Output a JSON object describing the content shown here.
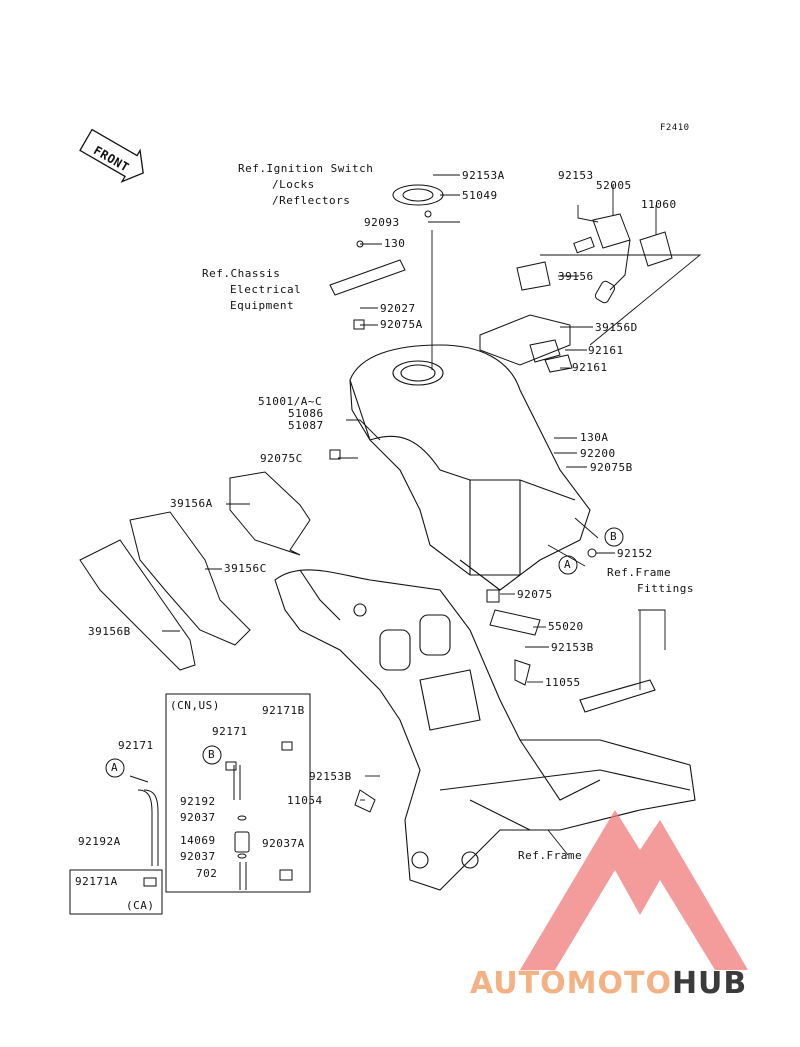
{
  "figure_code": "F2410",
  "front_label": "FRONT",
  "refs": {
    "ignition_l1": "Ref.Ignition Switch",
    "ignition_l2": "/Locks",
    "ignition_l3": "/Reflectors",
    "chassis_l1": "Ref.Chassis",
    "chassis_l2": "Electrical",
    "chassis_l3": "Equipment",
    "frame_fittings_l1": "Ref.Frame",
    "frame_fittings_l2": "Fittings",
    "frame": "Ref.Frame"
  },
  "parts": {
    "p92153A": "92153A",
    "p51049": "51049",
    "p92093": "92093",
    "p130": "130",
    "p92027": "92027",
    "p92075A": "92075A",
    "p51001": "51001/A~C",
    "p51086": "51086",
    "p51087": "51087",
    "p92075C": "92075C",
    "p39156A": "39156A",
    "p39156C": "39156C",
    "p39156B": "39156B",
    "p92153": "92153",
    "p52005": "52005",
    "p11060": "11060",
    "p39156": "39156",
    "p39156D": "39156D",
    "p92161a": "92161",
    "p92161b": "92161",
    "p130A": "130A",
    "p92200": "92200",
    "p92075B": "92075B",
    "p92152": "92152",
    "p92075": "92075",
    "p55020": "55020",
    "p92153B_a": "92153B",
    "p11055": "11055",
    "p92153B_b": "92153B",
    "p11054": "11054",
    "p92171B": "92171B",
    "p92171_in": "92171",
    "p92192_in": "92192",
    "p92037a": "92037",
    "p14069": "14069",
    "p92037b": "92037",
    "p702": "702",
    "p92037A": "92037A",
    "p92171_out": "92171",
    "p92192A": "92192A",
    "p92171A": "92171A"
  },
  "callouts": {
    "a": "A",
    "b": "B"
  },
  "region_cn_us": "(CN,US)",
  "region_ca": "(CA)",
  "watermark": {
    "part1": "AUTOMOTO",
    "part2": "HUB",
    "color1": "#f4b183",
    "color2": "#3b3b3b",
    "logo_color": "#f07a7a"
  }
}
